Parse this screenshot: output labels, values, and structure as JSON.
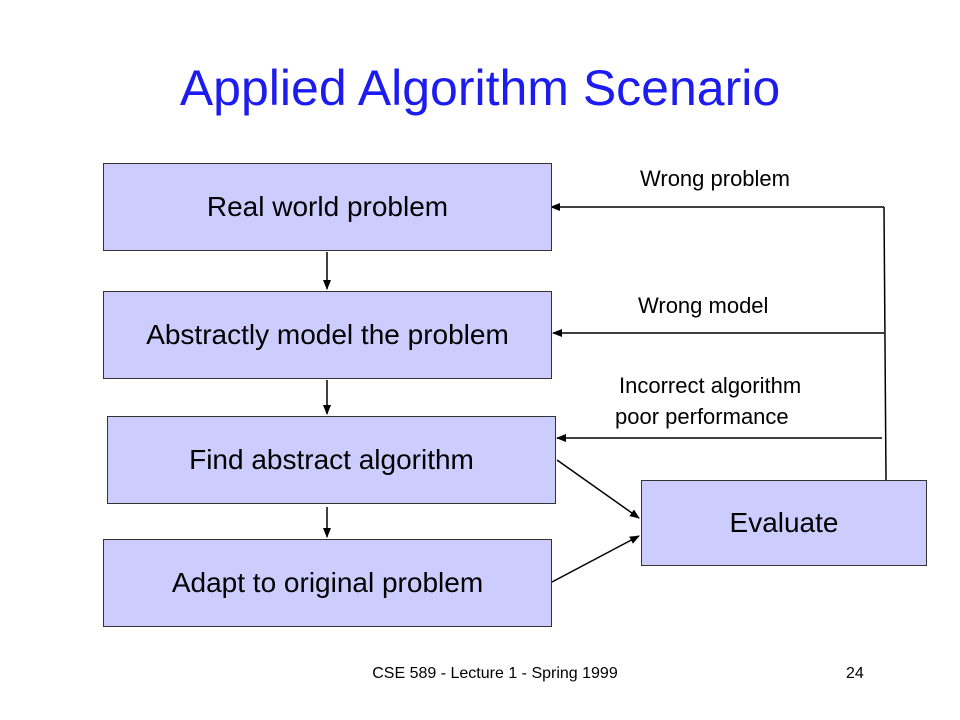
{
  "title": "Applied Algorithm Scenario",
  "boxes": {
    "real_world": "Real world problem",
    "model": "Abstractly model the problem",
    "find": "Find abstract algorithm",
    "adapt": "Adapt to original problem",
    "evaluate": "Evaluate"
  },
  "feedback": {
    "wrong_problem": "Wrong problem",
    "wrong_model": "Wrong model",
    "incorrect_line1": "Incorrect algorithm",
    "incorrect_line2": "poor performance"
  },
  "footer": {
    "course": "CSE 589 - Lecture 1 - Spring 1999",
    "page": "24"
  },
  "colors": {
    "title": "#1c1cf0",
    "box_fill": "#ccccff"
  }
}
